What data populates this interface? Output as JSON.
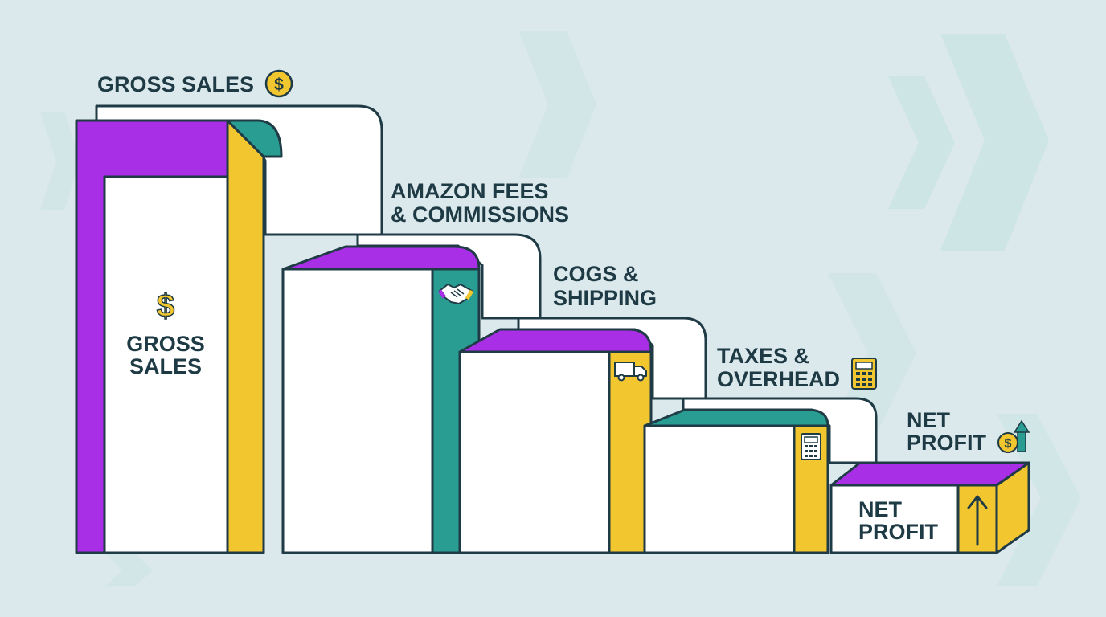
{
  "colors": {
    "background": "#dce9ec",
    "outline": "#1f3b45",
    "purple": "#a82fe6",
    "teal": "#2a9d93",
    "yellow": "#f2c62f",
    "white": "#ffffff",
    "text": "#1e3a44",
    "chevron": "#c8e3e2"
  },
  "steps": [
    {
      "id": "gross-sales",
      "header": [
        "GROSS SALES"
      ],
      "header_icon": "dollar-coin-icon",
      "inner_label": [
        "GROSS",
        "SALES"
      ],
      "inner_icon": "dollar-sign-icon",
      "top_color": "#a82fe6",
      "side_color": "#f2c62f"
    },
    {
      "id": "amazon-fees",
      "header": [
        "AMAZON FEES",
        "& COMMISSIONS"
      ],
      "inner_icon": "handshake-icon",
      "top_color": "#a82fe6",
      "side_color": "#2a9d93"
    },
    {
      "id": "cogs-shipping",
      "header": [
        "COGS &",
        "SHIPPING"
      ],
      "inner_icon": "truck-icon",
      "top_color": "#a82fe6",
      "side_color": "#f2c62f"
    },
    {
      "id": "taxes-overhead",
      "header": [
        "TAXES &",
        "OVERHEAD"
      ],
      "header_icon": "calculator-icon",
      "inner_icon": "calculator-icon",
      "top_color": "#2a9d93",
      "side_color": "#f2c62f"
    },
    {
      "id": "net-profit",
      "header": [
        "NET",
        "PROFIT"
      ],
      "header_icon": "coin-growth-icon",
      "inner_label": [
        "NET",
        "PROFIT"
      ],
      "inner_icon": "up-arrow-icon",
      "top_color": "#a82fe6",
      "side_color": "#f2c62f"
    }
  ]
}
